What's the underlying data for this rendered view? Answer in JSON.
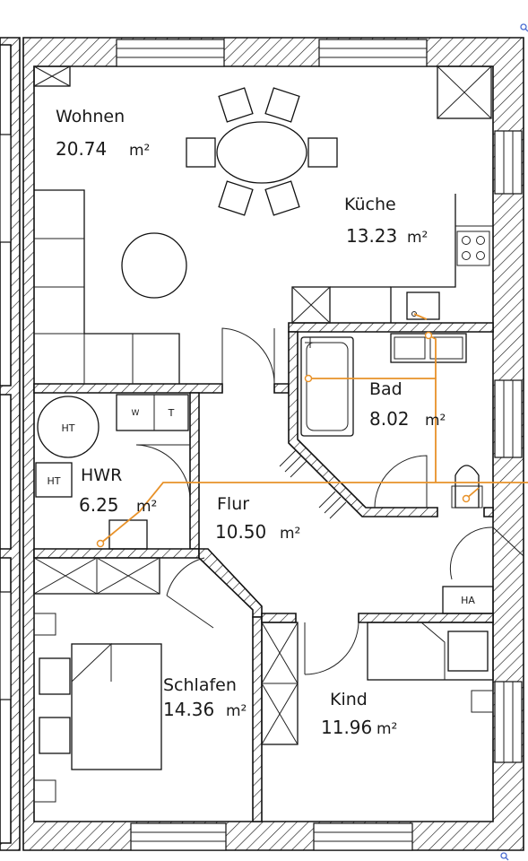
{
  "plan": {
    "area_unit": "m²",
    "rooms": [
      {
        "id": "wohnen",
        "name": "Wohnen",
        "area": "20.74"
      },
      {
        "id": "kueche",
        "name": "Küche",
        "area": "13.23"
      },
      {
        "id": "bad",
        "name": "Bad",
        "area": "8.02"
      },
      {
        "id": "hwr",
        "name": "HWR",
        "area": "6.25"
      },
      {
        "id": "flur",
        "name": "Flur",
        "area": "10.50"
      },
      {
        "id": "schlafen",
        "name": "Schlafen",
        "area": "14.36"
      },
      {
        "id": "kind",
        "name": "Kind",
        "area": "11.96"
      }
    ],
    "fixtures": {
      "heater_round": "HT",
      "heater_box": "HT",
      "washer": "W",
      "dryer": "T",
      "house_connection": "HA"
    },
    "colors": {
      "walls": "#111111",
      "pipes": "#e8922a",
      "markers": "#4a6cd1"
    }
  }
}
